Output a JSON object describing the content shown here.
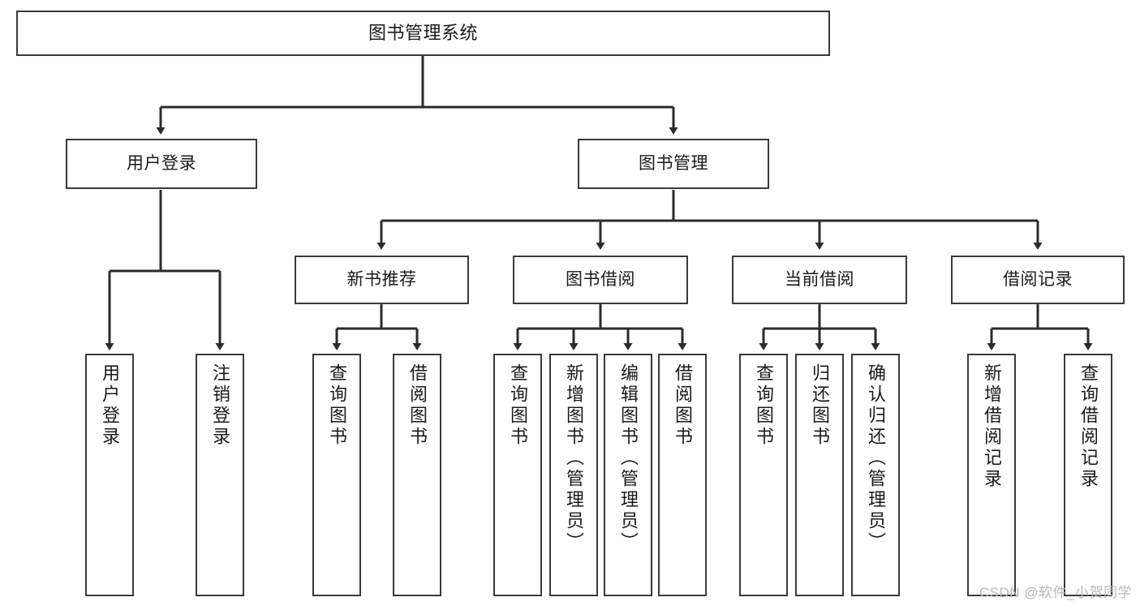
{
  "diagram": {
    "title": "图书管理系统",
    "type": "hierarchy-tree",
    "root": {
      "id": "root",
      "label": "图书管理系统"
    },
    "level2": [
      {
        "id": "user-login",
        "label": "用户登录"
      },
      {
        "id": "book-manage",
        "label": "图书管理"
      }
    ],
    "level3": [
      {
        "id": "new-book-recommend",
        "label": "新书推荐"
      },
      {
        "id": "book-borrow",
        "label": "图书借阅"
      },
      {
        "id": "current-borrow",
        "label": "当前借阅"
      },
      {
        "id": "borrow-record",
        "label": "借阅记录"
      }
    ],
    "leaves": {
      "user_login": [
        {
          "id": "leaf-user-login",
          "label": "用户登录"
        },
        {
          "id": "leaf-logout-login",
          "label": "注销登录"
        }
      ],
      "new_book_recommend": [
        {
          "id": "leaf-query-book-1",
          "label": "查询图书"
        },
        {
          "id": "leaf-borrow-book-1",
          "label": "借阅图书"
        }
      ],
      "book_borrow": [
        {
          "id": "leaf-query-book-2",
          "label": "查询图书"
        },
        {
          "id": "leaf-add-book",
          "label": "新增图书（管理员）"
        },
        {
          "id": "leaf-edit-book",
          "label": "编辑图书（管理员）"
        },
        {
          "id": "leaf-borrow-book-2",
          "label": "借阅图书"
        }
      ],
      "current_borrow": [
        {
          "id": "leaf-query-book-3",
          "label": "查询图书"
        },
        {
          "id": "leaf-return-book",
          "label": "归还图书"
        },
        {
          "id": "leaf-confirm-return",
          "label": "确认归还（管理员）"
        }
      ],
      "borrow_record": [
        {
          "id": "leaf-add-record",
          "label": "新增借阅记录"
        },
        {
          "id": "leaf-query-record",
          "label": "查询借阅记录"
        }
      ]
    }
  },
  "watermark": {
    "text": "CSDN @软件_小贺同学"
  },
  "colors": {
    "border": "#3a3a3a",
    "text": "#1a1a1a",
    "background": "#ffffff",
    "watermark": "#b8b8b8"
  }
}
